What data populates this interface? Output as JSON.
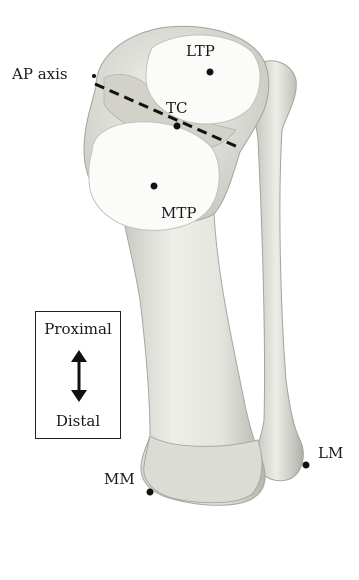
{
  "labels": {
    "ap_axis": "AP axis",
    "ltp": "LTP",
    "tc": "TC",
    "mtp": "MTP",
    "mm": "MM",
    "lm": "LM"
  },
  "legend": {
    "top": "Proximal",
    "bottom": "Distal"
  },
  "colors": {
    "bone": "#e9e9e4",
    "bone_shadow": "#b9b9b2",
    "plateau": "#fbfbf9",
    "ink": "#111111"
  }
}
